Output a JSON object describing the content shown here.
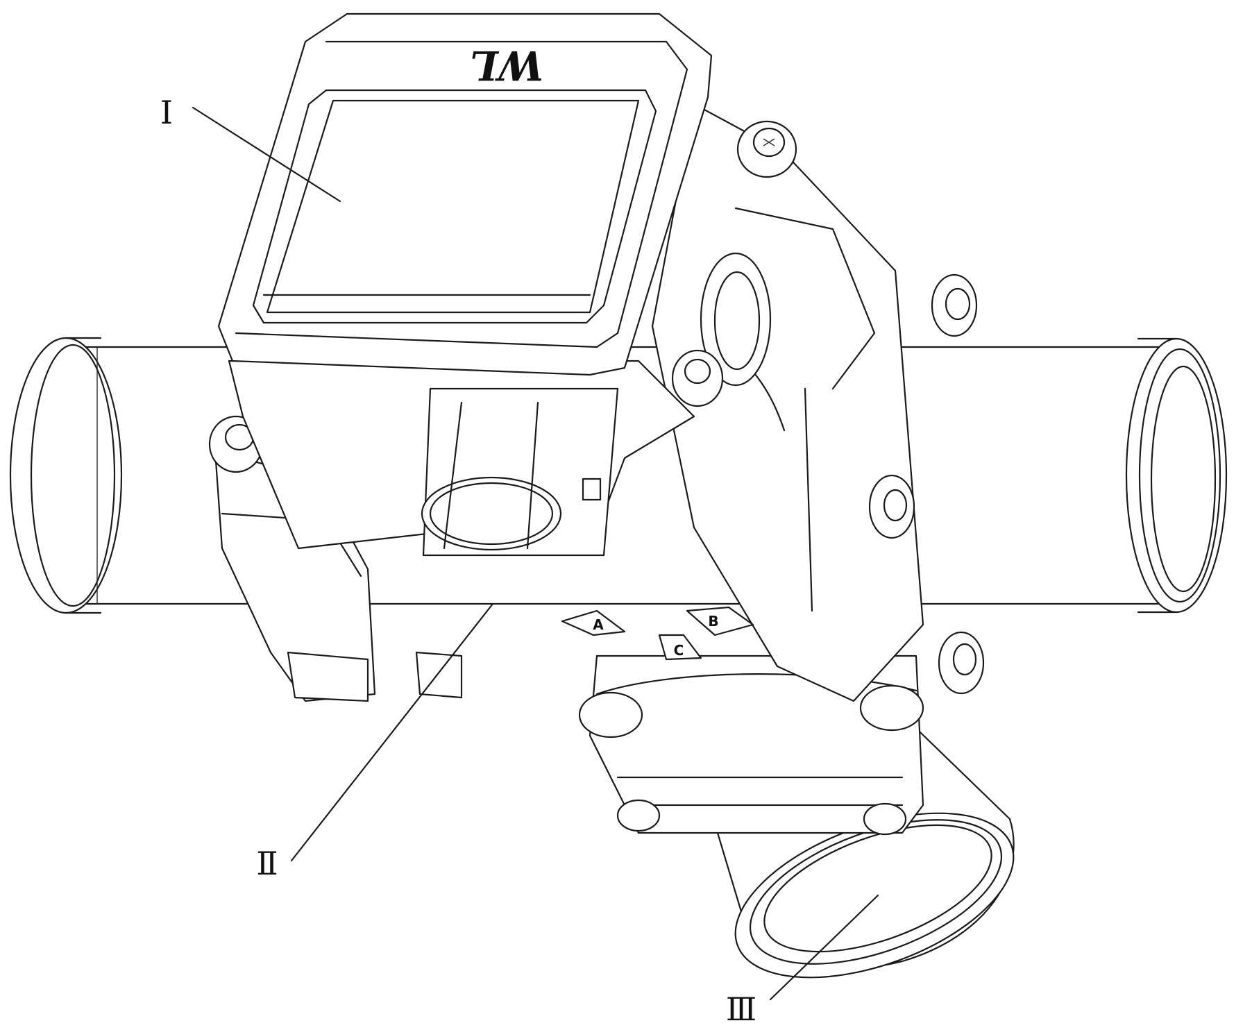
{
  "labels": {
    "part_1": "Ⅰ",
    "part_2": "Ⅱ",
    "part_3": "Ⅲ"
  },
  "markings": {
    "logo": "WL",
    "port_a": "A",
    "port_b": "B",
    "port_c": "C"
  },
  "colors": {
    "line": "#1a1a1a",
    "background": "#ffffff"
  }
}
